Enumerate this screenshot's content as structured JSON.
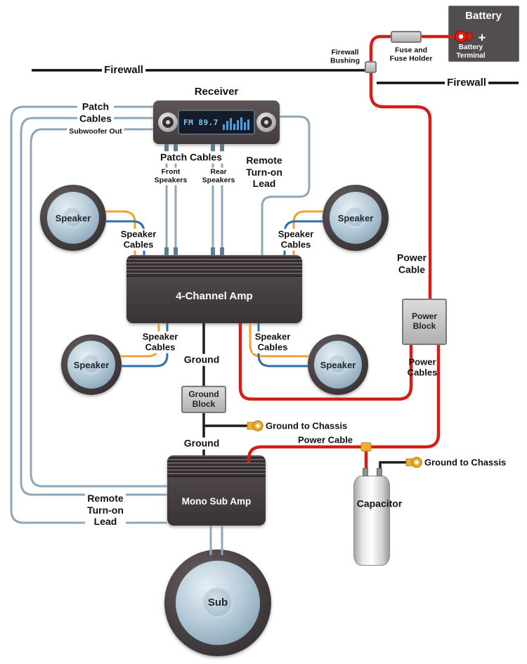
{
  "colors": {
    "power_cable": "#d41f17",
    "ground_wire": "#1c1c1c",
    "signal_cable": "#8fa7b8",
    "speaker_wire_yellow": "#f0a132",
    "speaker_wire_blue": "#2f6fa5",
    "chassis_terminal_yellow": "#eeb02c",
    "device_dark_gray": "#4a4245",
    "block_gray": "#c4c2c4",
    "display_text_blue": "#7fc3f2",
    "firewall_line": "#111111"
  },
  "labels": {
    "firewall": "Firewall",
    "firewall_bushing": "Firewall\nBushing",
    "fuse": "Fuse and\nFuse Holder",
    "battery": "Battery",
    "battery_terminal": "Battery\nTerminal",
    "battery_plus": "+",
    "receiver": "Receiver",
    "display_freq": "FM 89.7",
    "patch_cables": "Patch\nCables",
    "subwoofer_out": "Subwoofer Out",
    "patch_cables_inline": "Patch Cables",
    "front_speakers": "Front\nSpeakers",
    "rear_speakers": "Rear\nSpeakers",
    "remote_lead": "Remote\nTurn-on\nLead",
    "speaker": "Speaker",
    "speaker_cables": "Speaker\nCables",
    "four_channel_amp": "4-Channel Amp",
    "mono_sub_amp": "Mono Sub Amp",
    "ground": "Ground",
    "ground_block": "Ground\nBlock",
    "ground_to_chassis": "Ground to Chassis",
    "power_cable": "Power\nCable",
    "power_cable_inline": "Power Cable",
    "power_block": "Power\nBlock",
    "power_cables": "Power\nCables",
    "capacitor": "Capacitor",
    "sub": "Sub"
  }
}
